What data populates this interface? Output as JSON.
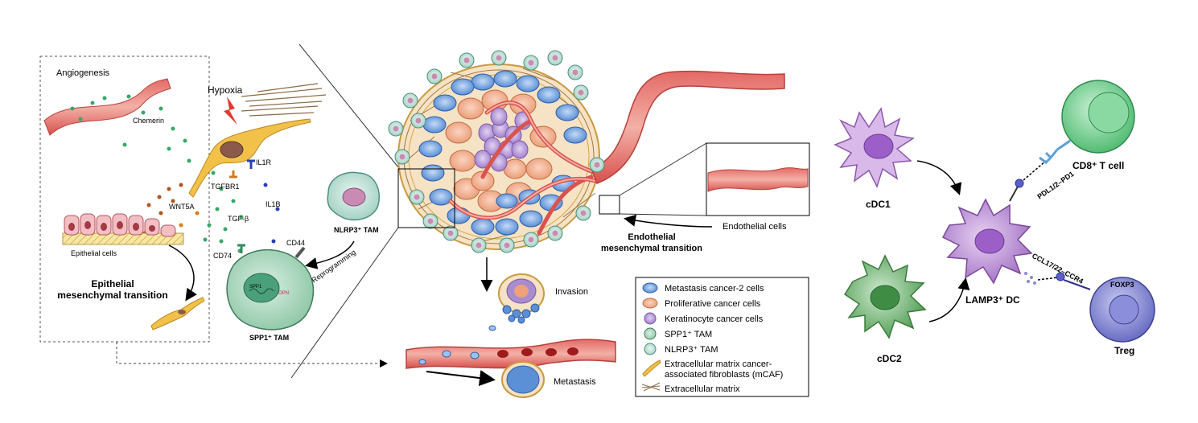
{
  "left_panel": {
    "angiogenesis": "Angiogenesis",
    "hypoxia": "Hypoxia",
    "chemerin": "Chemerin",
    "il1r": "IL1R",
    "tgfbr1": "TGFBR1",
    "wnt5a": "WNT5A",
    "il1b": "IL1B",
    "tgfb": "TGF-β",
    "cd44": "CD44",
    "cd74": "CD74",
    "epithelial_cells": "Epithelial cells",
    "emt_line1": "Epithelial",
    "emt_line2": "mesenchymal transition",
    "spp1": "SPP1",
    "opn": "OPN",
    "spp1_tam": "SPP1⁺ TAM",
    "nlrp3_tam": "NLRP3⁺ TAM",
    "reprogramming": "Reprogramming"
  },
  "center_panel": {
    "endothelial_cells": "Endothelial cells",
    "endmt_line1": "Endothelial",
    "endmt_line2": "mesenchymal transition",
    "invasion": "Invasion",
    "metastasis": "Metastasis"
  },
  "legend": {
    "items": [
      {
        "label": "Metastasis cancer-2 cells",
        "icon": "blue-cell-icon"
      },
      {
        "label": "Proliferative cancer cells",
        "icon": "orange-cell-icon"
      },
      {
        "label": "Keratinocyte cancer cells",
        "icon": "purple-cell-icon"
      },
      {
        "label": "SPP1⁺ TAM",
        "icon": "spp1-tam-icon"
      },
      {
        "label": "NLRP3⁺ TAM",
        "icon": "nlrp3-tam-icon"
      },
      {
        "label": "Extracellular matrix cancer-",
        "label2": "associated fibroblasts (mCAF)",
        "icon": "mcaf-icon"
      },
      {
        "label": "Extracellular matrix",
        "icon": "ecm-icon"
      }
    ]
  },
  "right_panel": {
    "cdc1": "cDC1",
    "cdc2": "cDC2",
    "lamp3_dc": "LAMP3⁺ DC",
    "cd8_t_cell": "CD8⁺ T cell",
    "treg": "Treg",
    "foxp3": "FOXP3",
    "pdl_pd1": "PDL1/2–PD1",
    "ccl_ccr4": "CCL17/22–CCR4"
  },
  "colors": {
    "blood_vessel": "#d9534f",
    "blue_cell": "#5b8fd6",
    "orange_cell": "#f0a07a",
    "purple_cell": "#a98bd0",
    "cdc_purple": "#b98bd6",
    "cdc_green": "#5aa35a",
    "cd8_green": "#6ccf8a",
    "treg_blue": "#7b7ec9"
  }
}
